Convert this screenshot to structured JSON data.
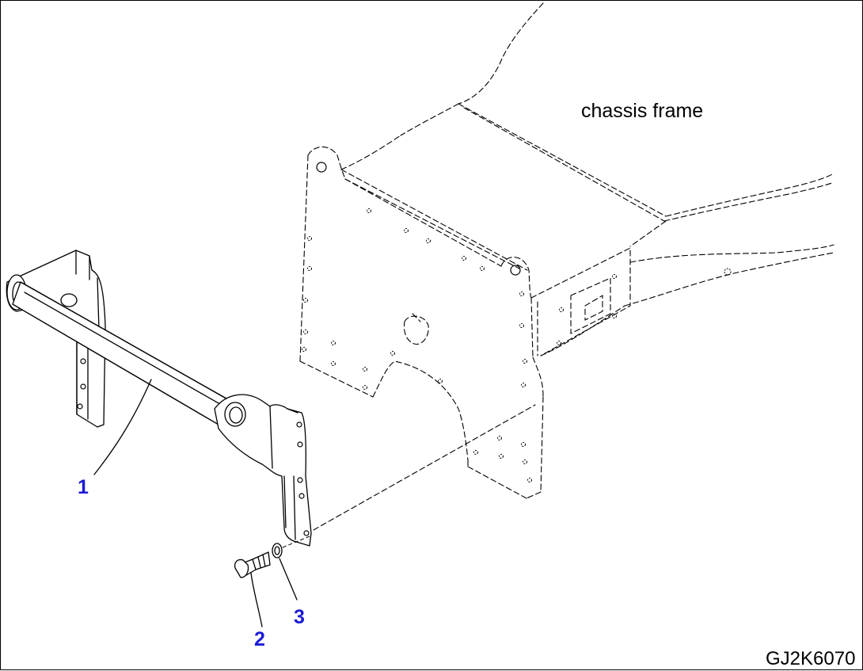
{
  "labels": {
    "chassis_frame": "chassis frame",
    "drawing_id": "GJ2K6070"
  },
  "callouts": [
    {
      "number": "1",
      "part": "frame bracket bar"
    },
    {
      "number": "2",
      "part": "bolt"
    },
    {
      "number": "3",
      "part": "washer"
    }
  ],
  "colors": {
    "callout_blue": "#1a1ad6",
    "line": "#000000",
    "background": "#ffffff"
  }
}
